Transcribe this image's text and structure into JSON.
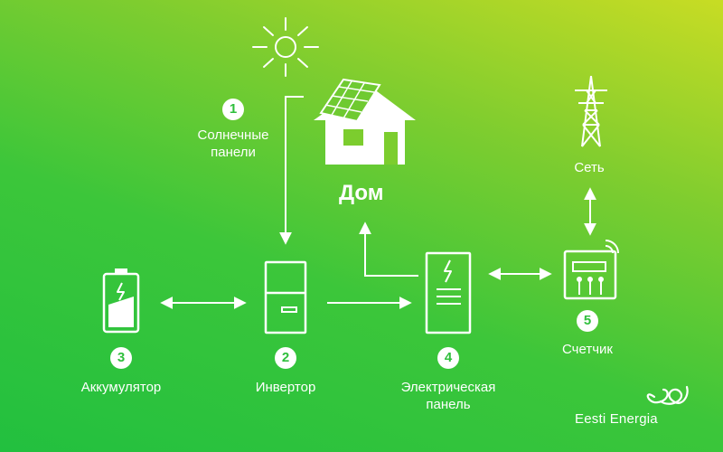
{
  "colors": {
    "foreground": "#ffffff",
    "background_start": "#c8dc24",
    "background_end": "#22c03f",
    "badge_text": "#2fbf3c"
  },
  "house": {
    "title": "Дом"
  },
  "nodes": [
    {
      "number": "1",
      "label_lines": [
        "Солнечные",
        "панели"
      ],
      "icon": "solar-panel-icon"
    },
    {
      "number": "2",
      "label_lines": [
        "Инвертор"
      ],
      "icon": "inverter-icon"
    },
    {
      "number": "3",
      "label_lines": [
        "Аккумулятор"
      ],
      "icon": "battery-icon"
    },
    {
      "number": "4",
      "label_lines": [
        "Электрическая",
        "панель"
      ],
      "icon": "electric-panel-icon"
    },
    {
      "number": "5",
      "label_lines": [
        "Счетчик"
      ],
      "icon": "meter-icon"
    }
  ],
  "grid": {
    "label": "Сеть",
    "icon": "power-tower-icon"
  },
  "brand": {
    "name": "Eesti Energia"
  }
}
